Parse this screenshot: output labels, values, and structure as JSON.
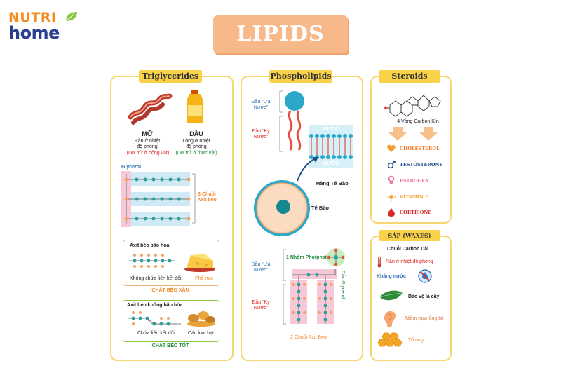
{
  "logo": {
    "line1": "NUTRI",
    "line2": "home"
  },
  "title": "LIPIDS",
  "triglycerides": {
    "header": "Triglycerides",
    "fat": {
      "name": "MỠ",
      "desc": "Rắn ở nhiệt độ phòng",
      "note": "(Dự trữ ở động vật)"
    },
    "oil": {
      "name": "DẦU",
      "desc": "Lỏng ở nhiệt độ phòng",
      "note": "(Dự trữ ở thực vật)"
    },
    "glycerol_label": "Glycerol",
    "chains_label": "3 Chuỗi Axit béo",
    "saturated": {
      "title": "Axit béo bão hòa",
      "desc": "Không chứa liên kết đôi",
      "example": "Phô mai",
      "verdict": "CHẤT BÉO XẤU"
    },
    "unsaturated": {
      "title": "Axit béo không bão hòa",
      "desc": "Chứa liên kết đôi",
      "example": "Các loại hạt",
      "verdict": "CHẤT BÉO TỐT"
    }
  },
  "phospholipids": {
    "header": "Phospholipids",
    "head_label": "Đầu “Ưa Nước”",
    "tail_label": "Đầu “Kỵ Nước”",
    "water_top": "NƯỚC",
    "water_bottom": "NƯỚC",
    "membrane_label": "Màng Tế Bào",
    "cell_label": "Tế Bào",
    "phosphate_label": "1 Nhóm Photphat",
    "glycerol_label": "Các Glycerol",
    "head_label2": "Đầu “Ưa Nước”",
    "tail_label2": "Đầu “Kỵ Nước”",
    "chains_label": "2 Chuỗi Axit Béo"
  },
  "steroids": {
    "header": "Steroids",
    "ring_label": "4 Vòng Carbon Kín",
    "items": [
      {
        "label": "CHOLESTEROL",
        "icon": "heart-icon"
      },
      {
        "label": "TESTOSTERONE",
        "icon": "male-symbol-icon"
      },
      {
        "label": "ESTROGEN",
        "icon": "female-symbol-icon"
      },
      {
        "label": "VITAMIN D",
        "icon": "sun-icon"
      },
      {
        "label": "CORTISONE",
        "icon": "drop-icon"
      }
    ]
  },
  "waxes": {
    "header": "SÁP (WAXES)",
    "chain_label": "Chuỗi Carbon Dài",
    "solid_label": "Rắn ở nhiệt độ phòng",
    "water_label": "Kháng nước",
    "items": [
      {
        "label": "Bảo vệ lá cây",
        "icon": "leaf-icon"
      },
      {
        "label": "Niêm mạc ống tai",
        "icon": "ear-icon"
      },
      {
        "label": "Tổ ong",
        "icon": "honeycomb-icon"
      }
    ]
  }
}
